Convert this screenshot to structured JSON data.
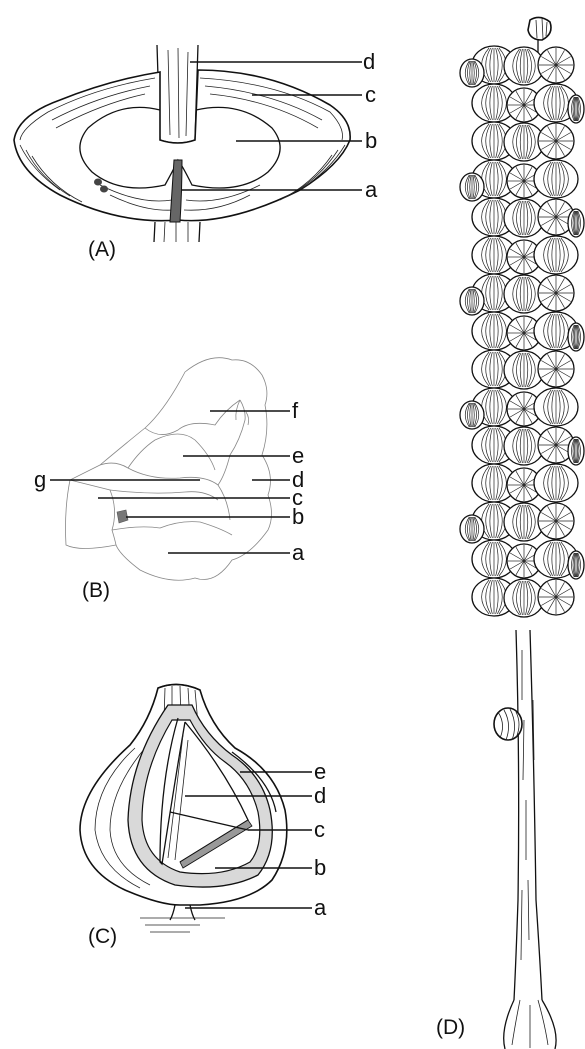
{
  "panels": {
    "A": {
      "caption": "(A)",
      "labels": {
        "a": "a",
        "b": "b",
        "c": "c",
        "d": "d"
      }
    },
    "B": {
      "caption": "(B)",
      "labels": {
        "a": "a",
        "b": "b",
        "c": "c",
        "d": "d",
        "e": "e",
        "f": "f",
        "g": "g"
      }
    },
    "C": {
      "caption": "(C)",
      "labels": {
        "a": "a",
        "b": "b",
        "c": "c",
        "d": "d",
        "e": "e"
      }
    },
    "D": {
      "caption": "(D)"
    }
  },
  "colors": {
    "line": "#111111",
    "shaded_tissue": "#777777",
    "background": "#ffffff"
  }
}
